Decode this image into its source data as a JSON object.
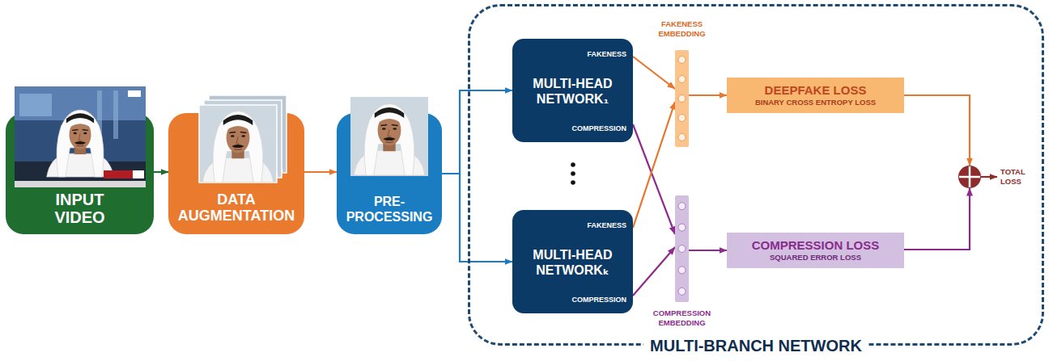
{
  "diagram": {
    "nodes": [
      {
        "text": [
          "INPUT VIDEO"
        ]
      },
      {
        "text": [
          "DATA AUGMENTATION"
        ]
      },
      {
        "text": [
          "PRE- PROCESSING"
        ]
      },
      {
        "text": [
          "MULTI-BRANCH NETWORK"
        ]
      },
      {
        "text": [
          "FAKENESS",
          "MULTI-HEAD NETWORK₁",
          "COMPRESSION"
        ],
        "in": 3
      },
      {
        "text": [
          "FAKENESS",
          "MULTI-HEAD NETWORKₖ",
          "COMPRESSION"
        ],
        "in": 3
      },
      {
        "text": [
          "FAKENESS EMBEDDING"
        ],
        "in": 3
      },
      {
        "text": [
          "COMPRESSION EMBEDDING"
        ],
        "in": 3
      },
      {
        "text": [
          "DEEPFAKE LOSS",
          "BINARY CROSS ENTROPY LOSS"
        ],
        "in": 3
      },
      {
        "text": [
          "COMPRESSION LOSS",
          "SQUARED ERROR LOSS"
        ],
        "in": 3
      }
    ],
    "edges": [
      {
        "from": 0,
        "to": 1,
        "arrow": "to"
      },
      {
        "from": 1,
        "to": 2,
        "arrow": "to"
      },
      {
        "from": 2,
        "to": 4,
        "arrow": "to"
      },
      {
        "from": 2,
        "to": 5,
        "arrow": "to"
      },
      {
        "from": 4,
        "to": 6,
        "arrow": "to"
      },
      {
        "from": 4,
        "to": 7,
        "arrow": "to"
      },
      {
        "from": 5,
        "to": 6,
        "arrow": "to"
      },
      {
        "from": 5,
        "to": 7,
        "arrow": "to"
      },
      {
        "from": 6,
        "to": 8,
        "arrow": "to"
      },
      {
        "from": 7,
        "to": 9,
        "arrow": "to"
      }
    ],
    "labels": [
      "TOTAL LOSS"
    ]
  }
}
